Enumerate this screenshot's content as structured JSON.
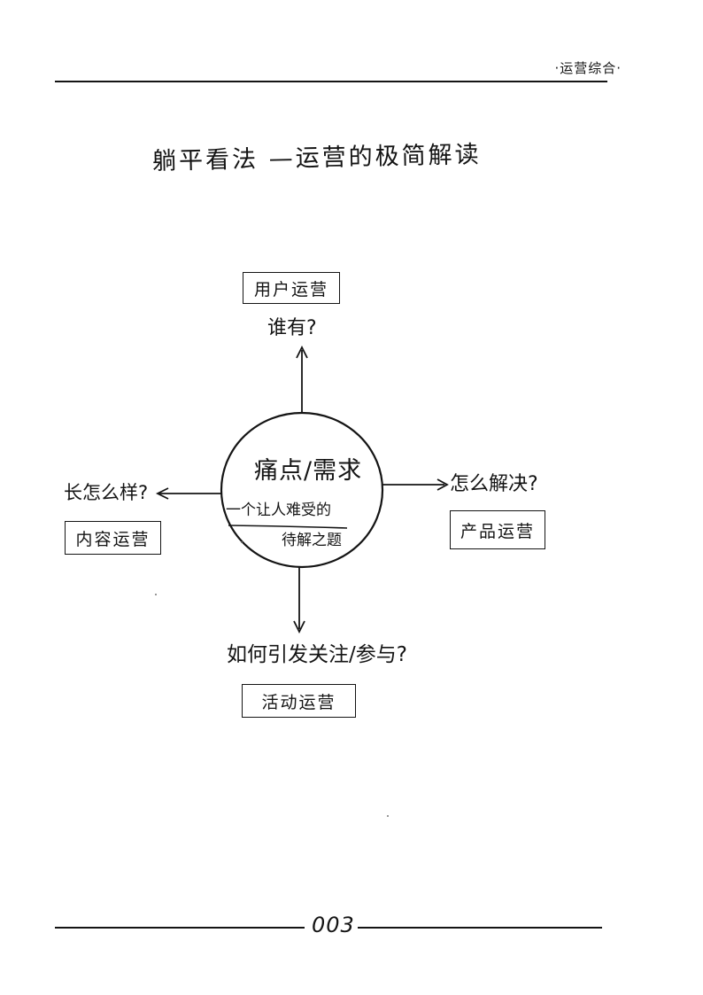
{
  "header": {
    "section_mark": "·运营综合·"
  },
  "title": "躺平看法 —运营的极简解读",
  "diagram": {
    "center": {
      "main": "痛点/需求",
      "sub_line1": "一个让人难受的",
      "sub_line2": "待解之题"
    },
    "top": {
      "question": "谁有?",
      "box": "用户运营"
    },
    "right": {
      "question": "怎么解决?",
      "box": "产品运营"
    },
    "bottom": {
      "question": "如何引发关注/参与?",
      "box": "活动运营"
    },
    "left": {
      "question": "长怎么样?",
      "box": "内容运营"
    }
  },
  "footer": {
    "page_number": "003"
  }
}
